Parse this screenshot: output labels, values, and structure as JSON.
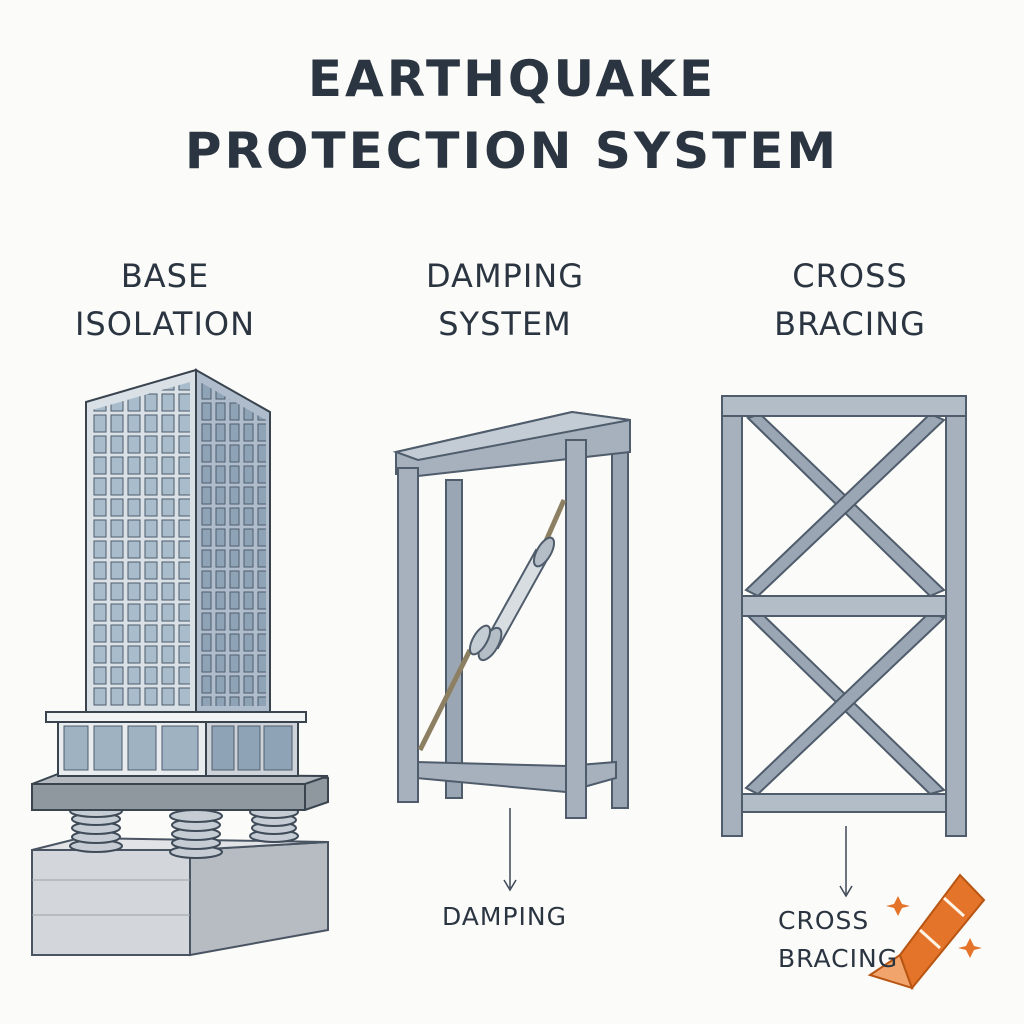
{
  "title": {
    "line1": "EARTHQUAKE",
    "line2": "PROTECTION SYSTEM"
  },
  "sections": [
    {
      "id": "base-isolation",
      "heading_line1": "BASE",
      "heading_line2": "ISOLATION"
    },
    {
      "id": "damping-system",
      "heading_line1": "DAMPING",
      "heading_line2": "SYSTEM"
    },
    {
      "id": "cross-bracing",
      "heading_line1": "CROSS",
      "heading_line2": "BRACING"
    }
  ],
  "callouts": {
    "damping": "DAMPING",
    "cross_line1": "CROSS",
    "cross_line2": "BRACING"
  },
  "colors": {
    "ink": "#2b3541",
    "steel": "#8c99a8",
    "steel_dark": "#5d6b7b",
    "concrete": "#c9ccd0",
    "glass": "#9fb3c4",
    "accent_crayon": "#e4742a"
  },
  "icons": [
    "building-icon",
    "spring-isolator-icon",
    "damper-icon",
    "crayon-icon",
    "sparkle-icon"
  ]
}
